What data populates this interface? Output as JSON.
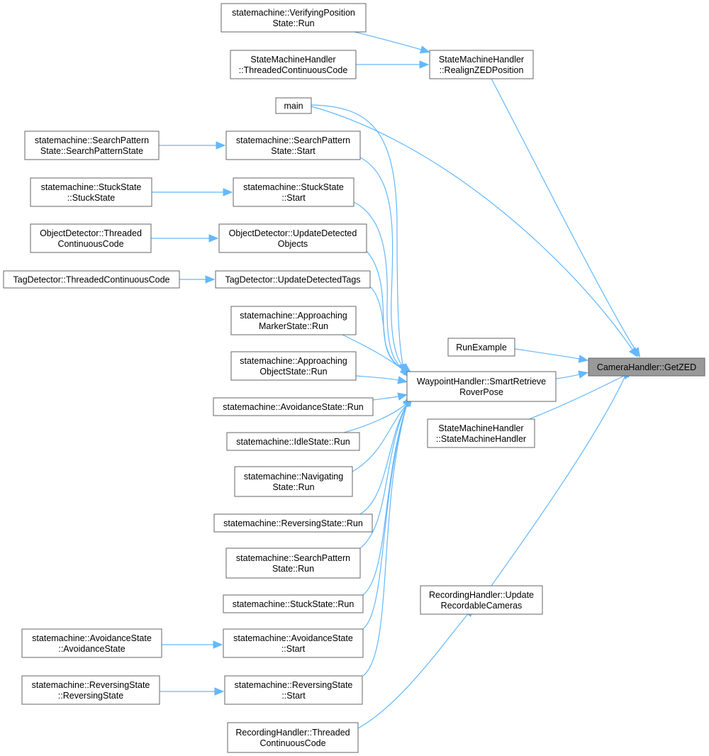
{
  "graph": {
    "nodes": {
      "n1": {
        "lines": [
          "statemachine::VerifyingPosition",
          "State::Run"
        ]
      },
      "n2": {
        "lines": [
          "StateMachineHandler",
          "::ThreadedContinuousCode"
        ]
      },
      "n3": {
        "lines": [
          "StateMachineHandler",
          "::RealignZEDPosition"
        ]
      },
      "n4": {
        "lines": [
          "main"
        ]
      },
      "n5": {
        "lines": [
          "statemachine::SearchPattern",
          "State::SearchPatternState"
        ]
      },
      "n6": {
        "lines": [
          "statemachine::SearchPattern",
          "State::Start"
        ]
      },
      "n7": {
        "lines": [
          "statemachine::StuckState",
          "::StuckState"
        ]
      },
      "n8": {
        "lines": [
          "statemachine::StuckState",
          "::Start"
        ]
      },
      "n9": {
        "lines": [
          "ObjectDetector::Threaded",
          "ContinuousCode"
        ]
      },
      "n10": {
        "lines": [
          "ObjectDetector::UpdateDetected",
          "Objects"
        ]
      },
      "n11": {
        "lines": [
          "TagDetector::ThreadedContinuousCode"
        ]
      },
      "n12": {
        "lines": [
          "TagDetector::UpdateDetectedTags"
        ]
      },
      "n13": {
        "lines": [
          "statemachine::Approaching",
          "MarkerState::Run"
        ]
      },
      "n14": {
        "lines": [
          "RunExample"
        ]
      },
      "n15": {
        "lines": [
          "CameraHandler::GetZED"
        ]
      },
      "n16": {
        "lines": [
          "statemachine::Approaching",
          "ObjectState::Run"
        ]
      },
      "n17": {
        "lines": [
          "WaypointHandler::SmartRetrieve",
          "RoverPose"
        ]
      },
      "n18": {
        "lines": [
          "statemachine::AvoidanceState::Run"
        ]
      },
      "n19": {
        "lines": [
          "StateMachineHandler",
          "::StateMachineHandler"
        ]
      },
      "n20": {
        "lines": [
          "statemachine::IdleState::Run"
        ]
      },
      "n21": {
        "lines": [
          "statemachine::Navigating",
          "State::Run"
        ]
      },
      "n22": {
        "lines": [
          "statemachine::ReversingState::Run"
        ]
      },
      "n23": {
        "lines": [
          "statemachine::SearchPattern",
          "State::Run"
        ]
      },
      "n24": {
        "lines": [
          "statemachine::StuckState::Run"
        ]
      },
      "n25": {
        "lines": [
          "RecordingHandler::Update",
          "RecordableCameras"
        ]
      },
      "n26": {
        "lines": [
          "statemachine::AvoidanceState",
          "::AvoidanceState"
        ]
      },
      "n27": {
        "lines": [
          "statemachine::AvoidanceState",
          "::Start"
        ]
      },
      "n28": {
        "lines": [
          "statemachine::ReversingState",
          "::ReversingState"
        ]
      },
      "n29": {
        "lines": [
          "statemachine::ReversingState",
          "::Start"
        ]
      },
      "n30": {
        "lines": [
          "RecordingHandler::Threaded",
          "ContinuousCode"
        ]
      }
    },
    "root": "n15",
    "edges": [
      [
        "n1",
        "n3"
      ],
      [
        "n2",
        "n3"
      ],
      [
        "n3",
        "n15"
      ],
      [
        "n4",
        "n15"
      ],
      [
        "n4",
        "n17"
      ],
      [
        "n5",
        "n6"
      ],
      [
        "n6",
        "n17"
      ],
      [
        "n7",
        "n8"
      ],
      [
        "n8",
        "n17"
      ],
      [
        "n9",
        "n10"
      ],
      [
        "n10",
        "n17"
      ],
      [
        "n11",
        "n12"
      ],
      [
        "n12",
        "n17"
      ],
      [
        "n13",
        "n17"
      ],
      [
        "n14",
        "n15"
      ],
      [
        "n16",
        "n17"
      ],
      [
        "n17",
        "n15"
      ],
      [
        "n18",
        "n17"
      ],
      [
        "n19",
        "n15"
      ],
      [
        "n20",
        "n17"
      ],
      [
        "n21",
        "n17"
      ],
      [
        "n22",
        "n17"
      ],
      [
        "n23",
        "n17"
      ],
      [
        "n24",
        "n17"
      ],
      [
        "n25",
        "n15"
      ],
      [
        "n26",
        "n27"
      ],
      [
        "n27",
        "n17"
      ],
      [
        "n28",
        "n29"
      ],
      [
        "n29",
        "n17"
      ],
      [
        "n30",
        "n25"
      ]
    ],
    "colors": {
      "edge": "#63b8ff",
      "node_border": "#666666",
      "root_fill": "#999999"
    }
  }
}
